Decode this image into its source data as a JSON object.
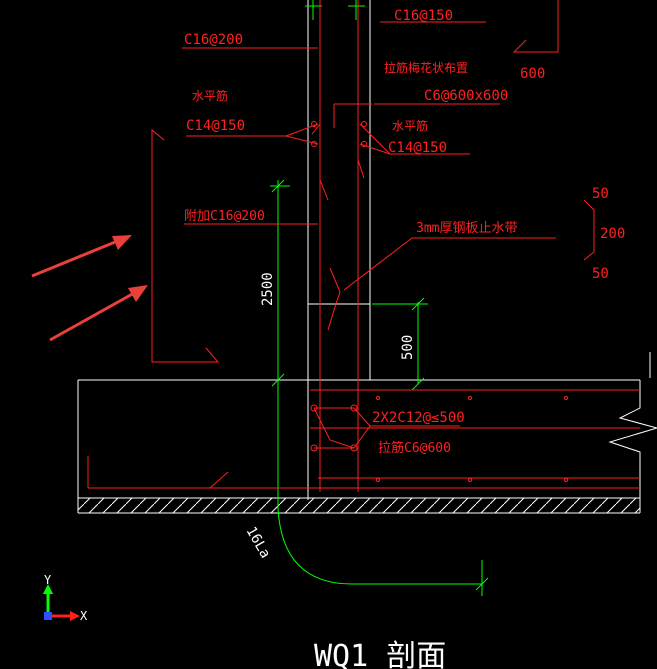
{
  "drawing": {
    "title": "WQ1 剖面",
    "labels": {
      "c16_200": "C16@200",
      "c16_150": "C16@150",
      "tie_layout": "拉筋梅花状布置",
      "c6_600": "C6@600x600",
      "dim_600": "600",
      "horiz_left": "水平筋",
      "c14_left": "C14@150",
      "horiz_right": "水平筋",
      "c14_right": "C14@150",
      "added_c16": "附加C16@200",
      "waterstop": "3mm厚钢板止水带",
      "dim_50_top": "50",
      "dim_200": "200",
      "dim_50_bot": "50",
      "dim_2500": "2500",
      "dim_500": "500",
      "bottom_bars": "2X2C12@≤500",
      "tie_c6": "拉筋C6@600",
      "anchor": "16La"
    }
  },
  "ucs": {
    "x": "X",
    "y": "Y"
  },
  "colors": {
    "background": "#000000",
    "red": "#ff2020",
    "white": "#ffffff",
    "green": "#00ff00",
    "arrow": "#e8403a",
    "blue": "#3050ff"
  }
}
